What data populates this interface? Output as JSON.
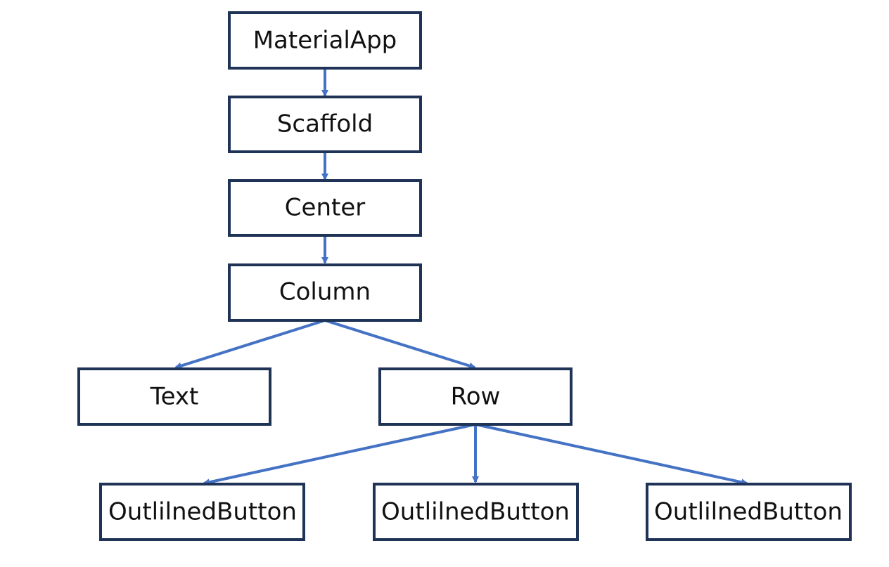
{
  "colors": {
    "box_border": "#1f3357",
    "arrow": "#4472c4",
    "text": "#111111",
    "background": "#ffffff"
  },
  "nodes": [
    {
      "id": "materialapp",
      "label": "MaterialApp"
    },
    {
      "id": "scaffold",
      "label": "Scaffold"
    },
    {
      "id": "center",
      "label": "Center"
    },
    {
      "id": "column",
      "label": "Column"
    },
    {
      "id": "text",
      "label": "Text"
    },
    {
      "id": "row",
      "label": "Row"
    },
    {
      "id": "button1",
      "label": "OutlilnedButton"
    },
    {
      "id": "button2",
      "label": "OutlilnedButton"
    },
    {
      "id": "button3",
      "label": "OutlilnedButton"
    }
  ],
  "edges": [
    {
      "from": "materialapp",
      "to": "scaffold"
    },
    {
      "from": "scaffold",
      "to": "center"
    },
    {
      "from": "center",
      "to": "column"
    },
    {
      "from": "column",
      "to": "text"
    },
    {
      "from": "column",
      "to": "row"
    },
    {
      "from": "row",
      "to": "button1"
    },
    {
      "from": "row",
      "to": "button2"
    },
    {
      "from": "row",
      "to": "button3"
    }
  ]
}
